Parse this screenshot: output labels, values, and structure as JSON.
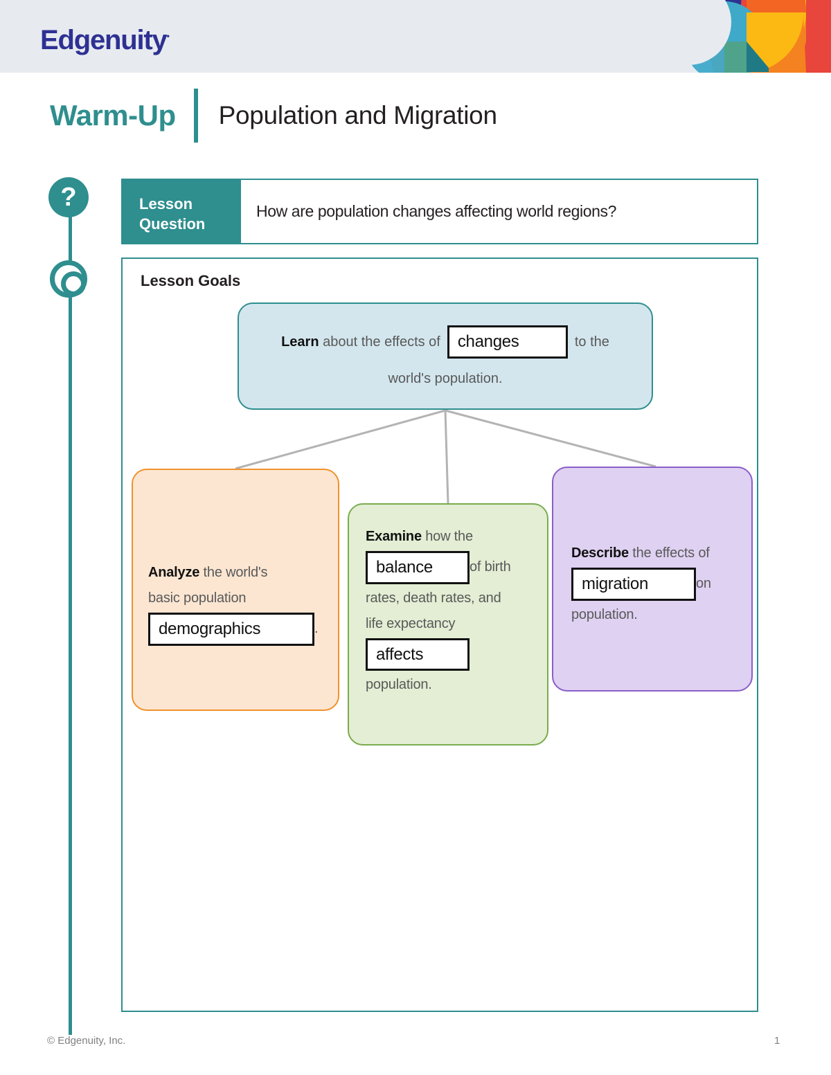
{
  "header": {
    "logo_text": "Edgenuity",
    "logo_tm": "•",
    "brand_navy": "#2e3192",
    "band_bg": "#e7ebf0",
    "pinwheel_colors": [
      "#2e3192",
      "#3fa9c9",
      "#f26522",
      "#fdb913",
      "#e8453c",
      "#f58220",
      "#4fa38b",
      "#1f7a85"
    ]
  },
  "title": {
    "activity": "Warm-Up",
    "lesson": "Population and Migration",
    "accent": "#2f8e8e"
  },
  "rail": {
    "question_icon": "question-mark-icon",
    "goal_icon": "target-icon"
  },
  "lesson_question": {
    "tab_line1": "Lesson",
    "tab_line2": "Question",
    "question": "How are population changes affecting world regions?"
  },
  "lesson_goals": {
    "heading": "Lesson Goals",
    "bubbles": {
      "learn": {
        "lead": "Learn",
        "text_before": " about the effects of",
        "answer": "changes",
        "text_after": "to the",
        "line2": "world's population.",
        "fill": "#d3e6ee",
        "border": "#2f8e8e"
      },
      "analyze": {
        "lead": "Analyze",
        "text_before": " the world's",
        "line2": "basic population",
        "answer": "demographics",
        "text_after": ".",
        "fill": "#fce6d2",
        "border": "#f0922a"
      },
      "examine": {
        "lead": "Examine",
        "text_before": " how the",
        "answer1": "balance",
        "mid1": "of birth",
        "line3": "rates, death rates, and",
        "line4": "life expectancy",
        "answer2": "affects",
        "line5": "population.",
        "fill": "#e3eed4",
        "border": "#7aab4e"
      },
      "describe": {
        "lead": "Describe",
        "text_before": " the effects of",
        "answer": "migration",
        "text_after": "on",
        "line3": "population.",
        "fill": "#dfd1f2",
        "border": "#8a5ec9"
      }
    }
  },
  "footer": {
    "copyright": "© Edgenuity, Inc.",
    "page_number": "1"
  }
}
